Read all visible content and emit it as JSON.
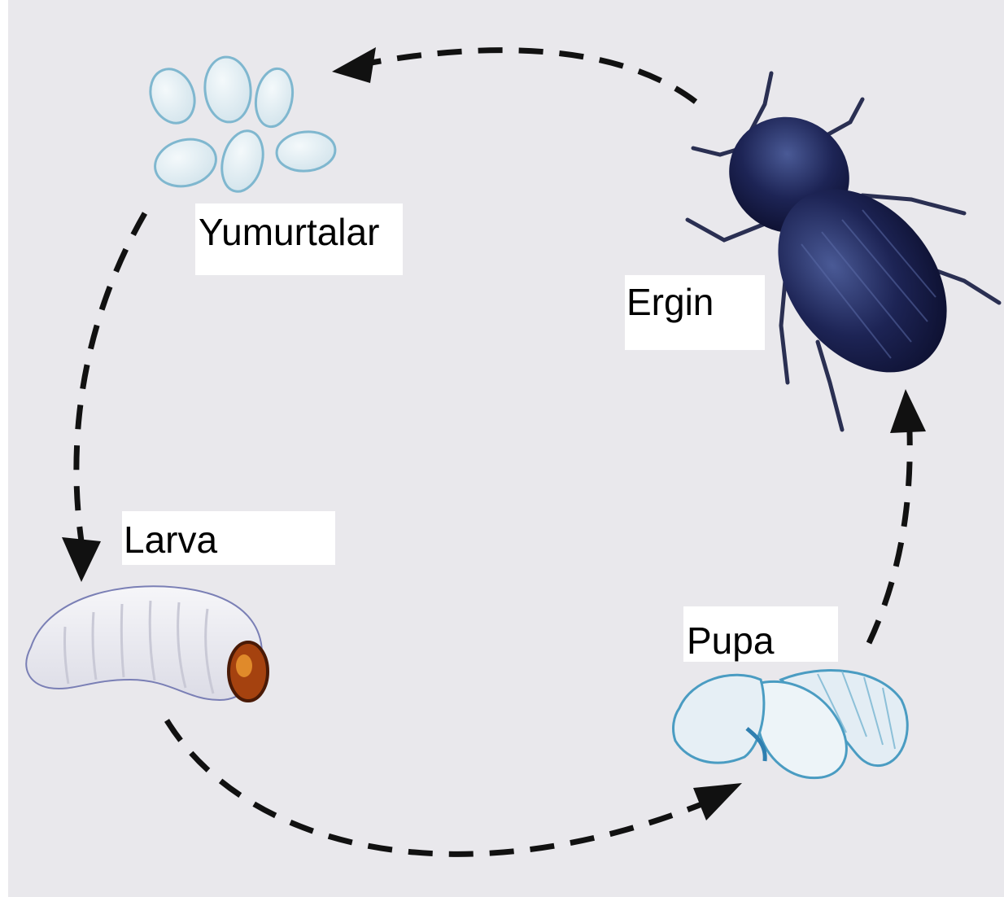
{
  "stages": {
    "eggs": "Yumurtalar",
    "adult": "Ergin",
    "larva": "Larva",
    "pupa": "Pupa"
  },
  "colors": {
    "background": "#e9e8ec",
    "arrow": "#111111",
    "egg_fill": "#dde9ef",
    "egg_outline": "#7fb7cf",
    "larva_fill": "#eeeef2",
    "larva_head": "#a5420f",
    "pupa_fill": "#e3edf4",
    "pupa_outline": "#4a9cc2",
    "beetle_body": "#1d2455",
    "beetle_highlight": "#4a5a96"
  },
  "icons": {
    "eggs": "egg-cluster-icon",
    "adult": "beetle-icon",
    "larva": "larva-grub-icon",
    "pupa": "pupa-icon"
  }
}
